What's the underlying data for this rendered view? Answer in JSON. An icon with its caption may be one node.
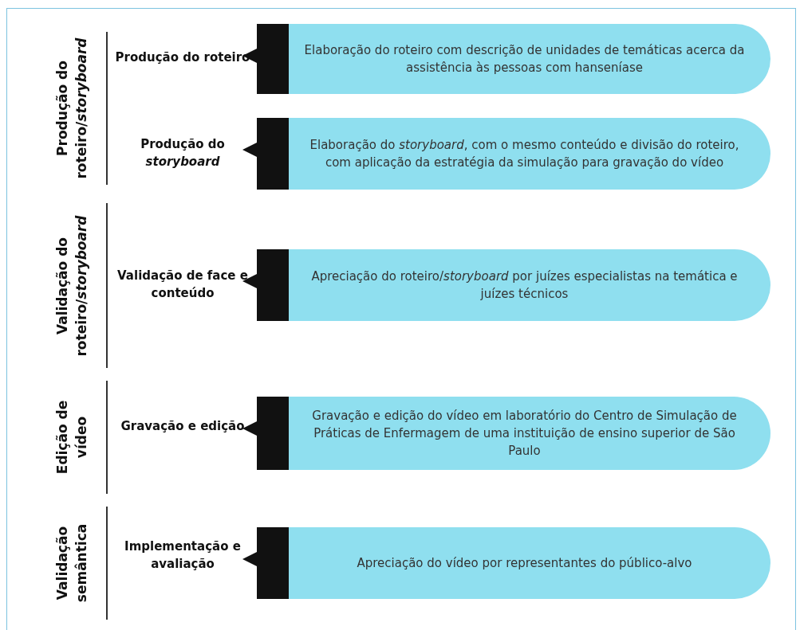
{
  "diagram": {
    "nodes": [
      {
        "text": [
          "Elaboração do roteiro com descrição de unidades de temáticas acerca da assistência às pessoas com hanseníase"
        ],
        "beside": [
          "Produção do roteiro"
        ]
      },
      {
        "text": [
          "Elaboração do *storyboard*, com o mesmo conteúdo e divisão do roteiro, com aplicação da estratégia da simulação para gravação do vídeo"
        ],
        "beside": [
          "Produção do *storyboard*"
        ]
      },
      {
        "text": [
          "Apreciação do roteiro/*storyboard* por juízes especialistas na temática e juízes técnicos"
        ],
        "beside": [
          "Validação de face e conteúdo"
        ]
      },
      {
        "text": [
          "Gravação e edição do vídeo em laboratório do Centro de Simulação de Práticas de Enfermagem de uma instituição de ensino superior de São Paulo"
        ],
        "beside": [
          "Gravação e edição"
        ]
      },
      {
        "text": [
          "Apreciação do vídeo por representantes do público-alvo"
        ],
        "beside": [
          "Implementação e avaliação"
        ]
      }
    ],
    "labels": [
      "Produção do roteiro/*storyboard*",
      "Validação do roteiro/*storyboard*",
      "Edição de vídeo",
      "Validação semântica"
    ]
  }
}
